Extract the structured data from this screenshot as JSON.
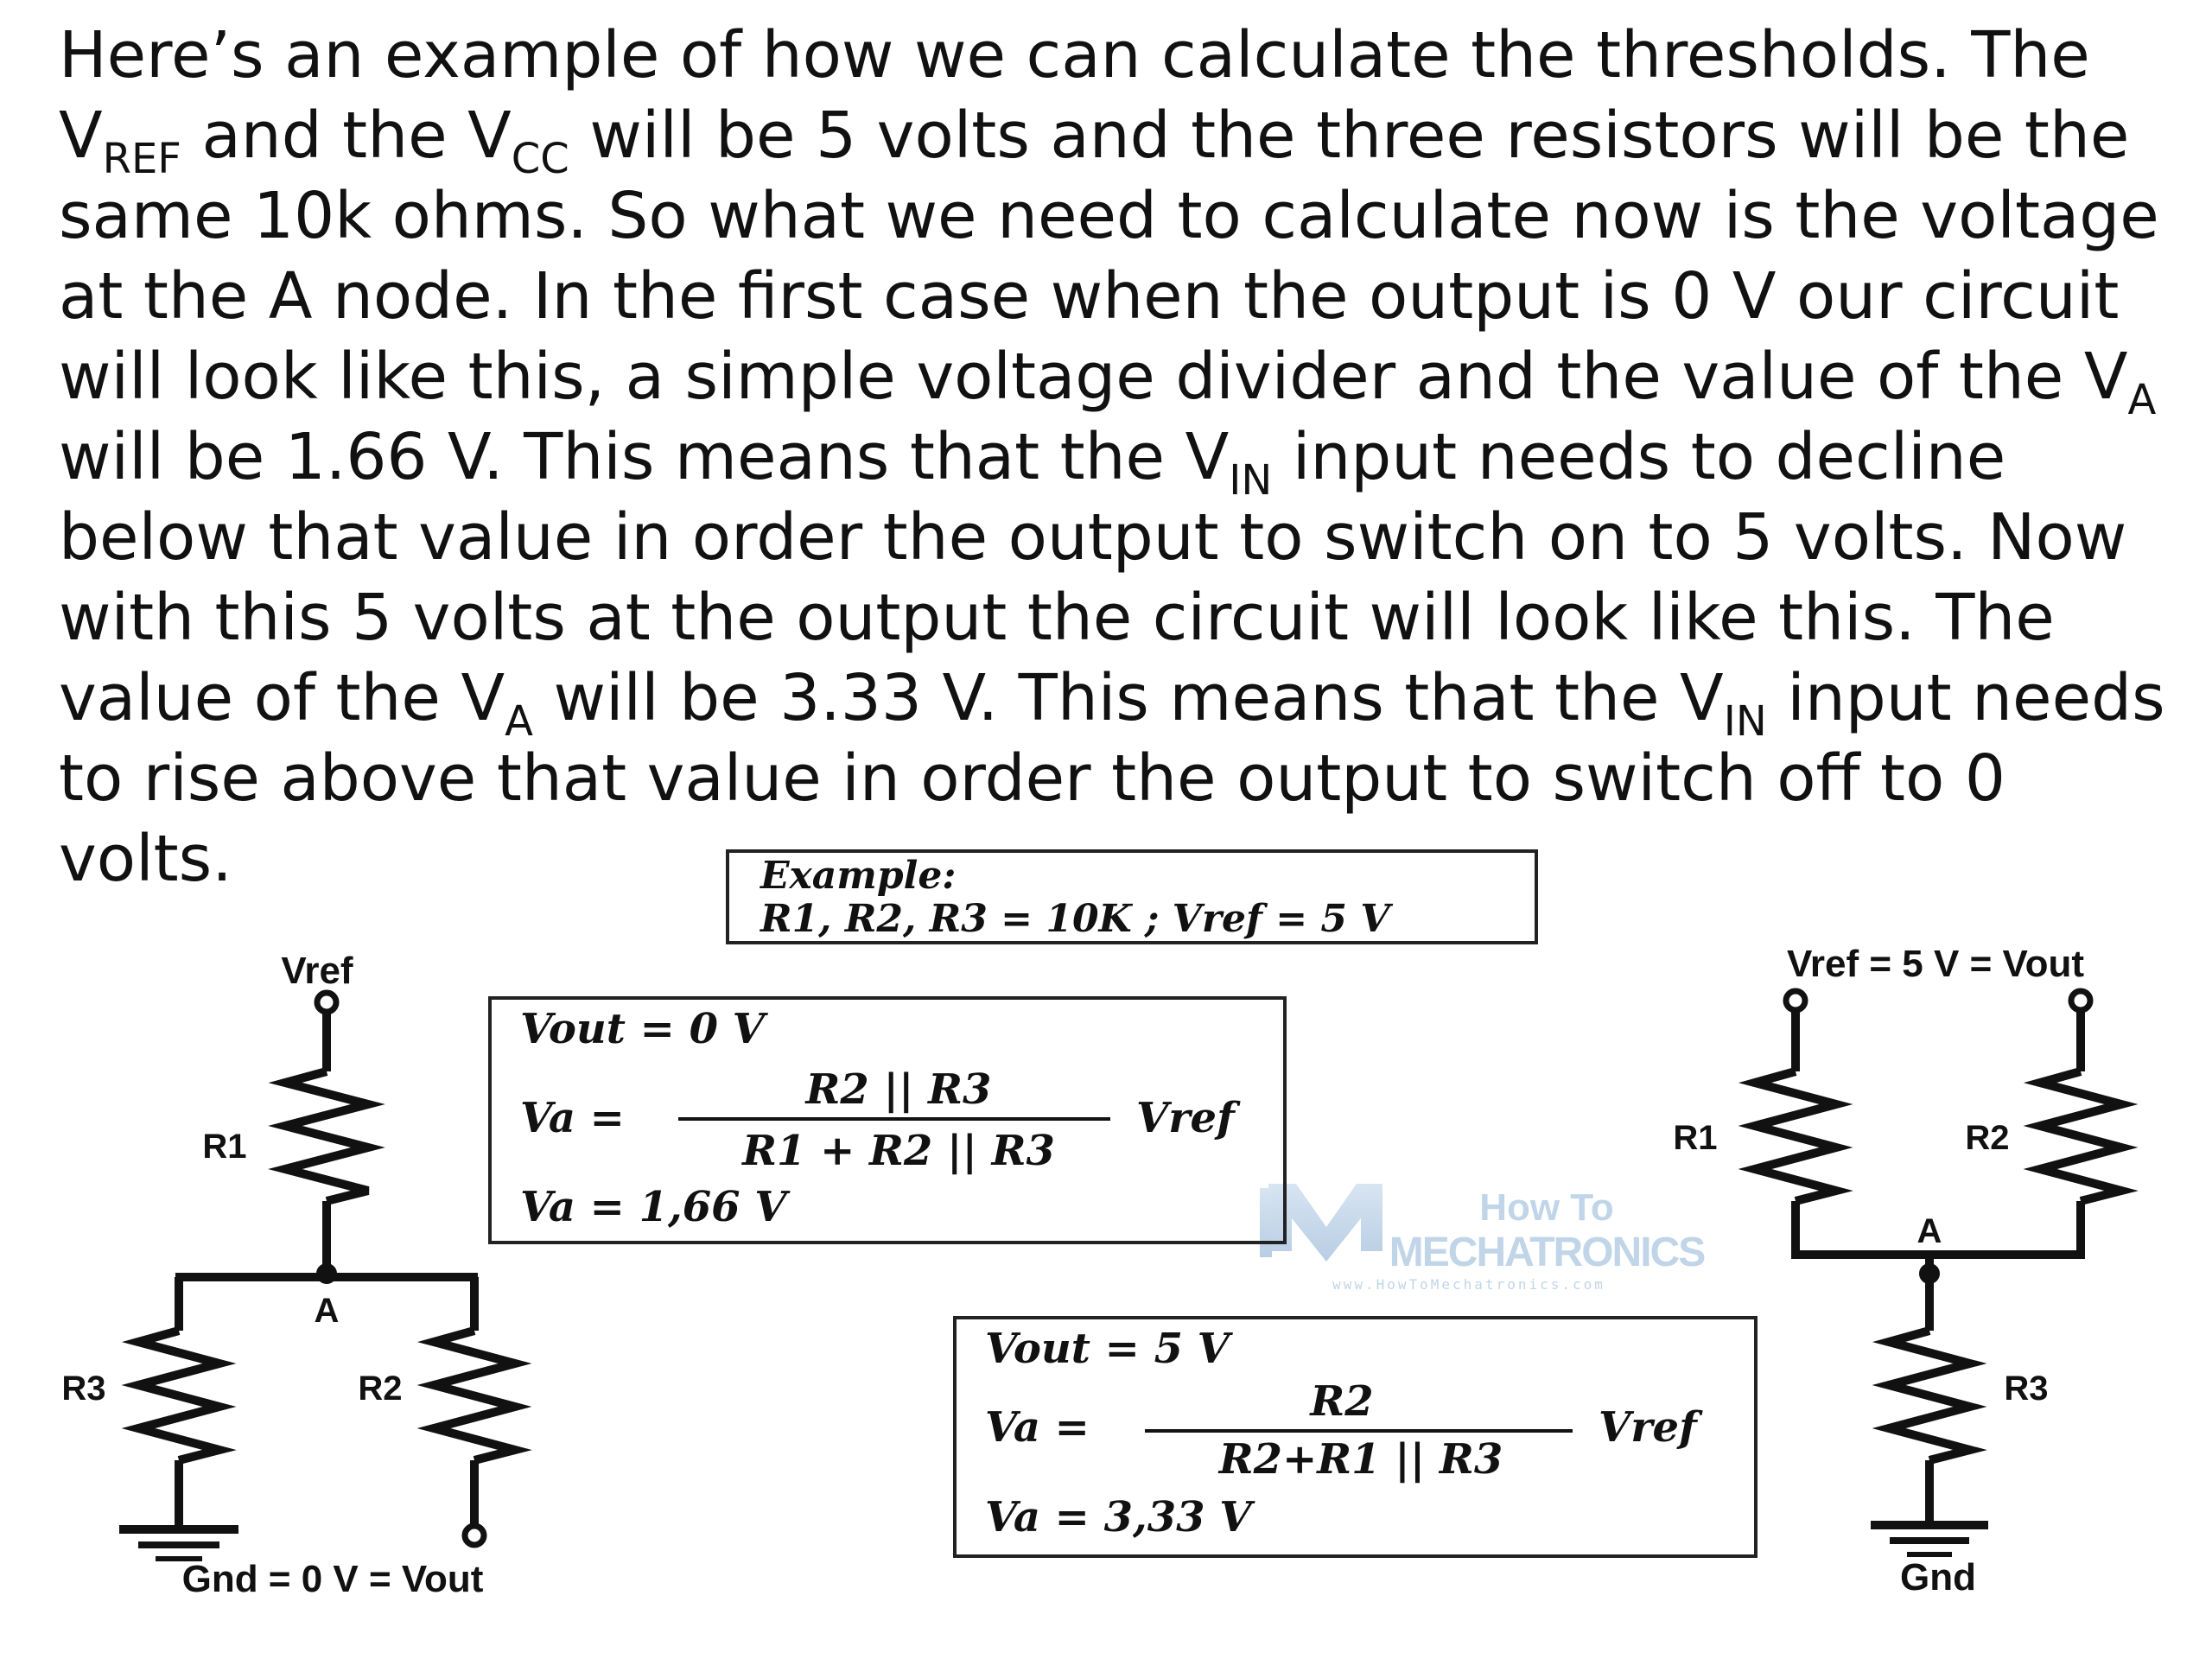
{
  "paragraph": [
    {
      "t": "Here’s an example of how we can calculate the thresholds. The "
    },
    {
      "t": "V"
    },
    {
      "s": "REF"
    },
    {
      "t": " and the V"
    },
    {
      "s": "CC"
    },
    {
      "t": " will be 5 volts and the three resistors will be the same 10k ohms. So what we need to calculate now is the voltage at the A node. In the first case when the output is 0 V our circuit will look like this, a simple voltage divider and the value of the V"
    },
    {
      "s": "A"
    },
    {
      "t": " will be 1.66 V. This means that the V"
    },
    {
      "s": "IN"
    },
    {
      "t": " input needs to decline below that value in order the output to switch on to 5 volts. Now with this 5 volts at the output the circuit will look like this. The value of the V"
    },
    {
      "s": "A"
    },
    {
      "t": " will be 3.33 V. This means that the V"
    },
    {
      "s": "IN"
    },
    {
      "t": " input needs to rise above that value in order the output to switch off to 0 volts."
    }
  ],
  "example_box": {
    "line1": "Example:",
    "line2": "R1, R2, R3 = 10K ; Vref = 5 V"
  },
  "left_circuit": {
    "vref": "Vref",
    "r1": "R1",
    "node": "A",
    "r3": "R3",
    "r2": "R2",
    "bottom": "Gnd = 0 V = Vout"
  },
  "formula1": {
    "vout": "Vout = 0 V",
    "va_eq": "Va =",
    "numerator": "R2 || R3",
    "denominator": "R1 + R2 || R3",
    "vref": "Vref",
    "result": "Va = 1,66 V"
  },
  "formula2": {
    "vout": "Vout = 5 V",
    "va_eq": "Va =",
    "numerator": "R2",
    "denominator": "R2+R1 || R3",
    "vref": "Vref",
    "result": "Va = 3,33 V"
  },
  "right_circuit": {
    "top": "Vref = 5 V = Vout",
    "r1": "R1",
    "r2": "R2",
    "node": "A",
    "r3": "R3",
    "gnd": "Gnd"
  },
  "watermark": {
    "line1": "How To",
    "line2": "MECHATRONICS",
    "url": "www.HowToMechatronics.com"
  },
  "colors": {
    "text": "#111111",
    "box_border": "#222222",
    "watermark": "#8fb3d6"
  }
}
